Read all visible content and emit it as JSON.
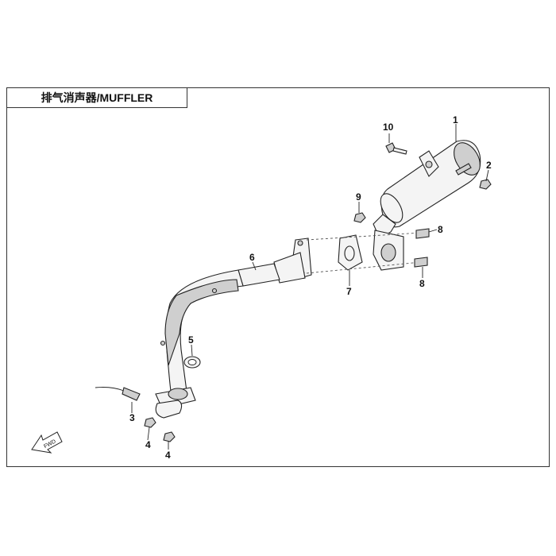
{
  "title": "排气消声器/MUFFLER",
  "fwd_label": "FWD",
  "callouts": {
    "c1": "1",
    "c2": "2",
    "c3": "3",
    "c4a": "4",
    "c4b": "4",
    "c5": "5",
    "c6": "6",
    "c7": "7",
    "c8a": "8",
    "c8b": "8",
    "c9": "9",
    "c10": "10"
  }
}
